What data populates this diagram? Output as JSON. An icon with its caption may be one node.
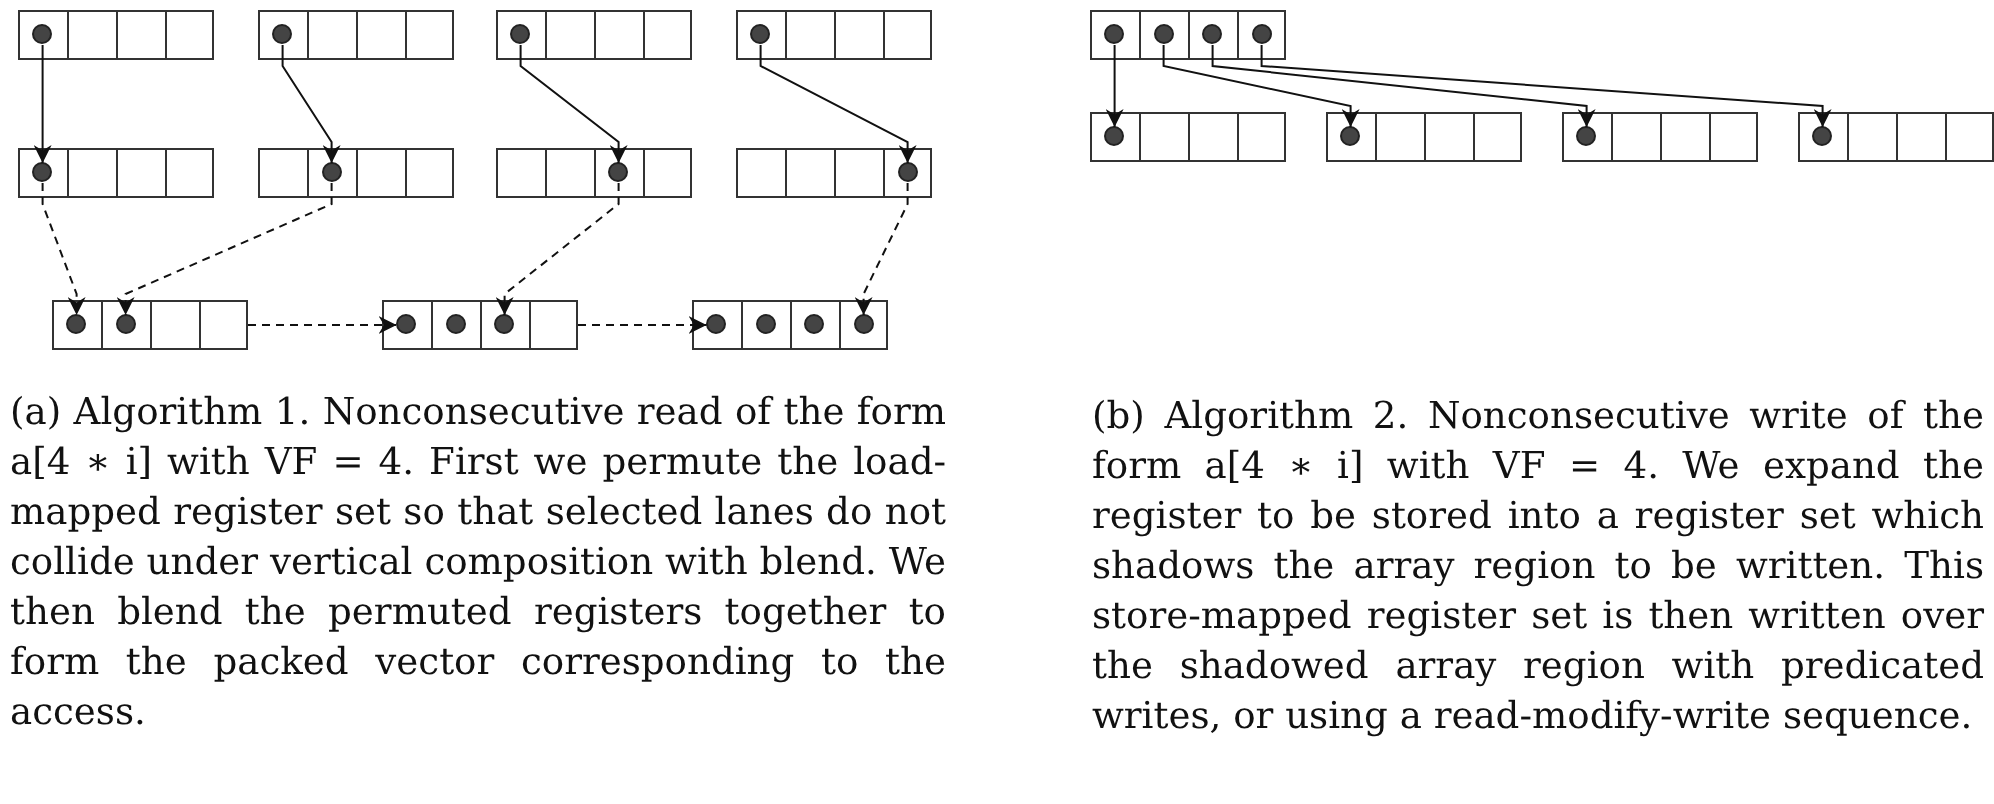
{
  "diagram": {
    "nodes": [
      {
        "text": [],
        "shape": "box"
      },
      {
        "text": [],
        "shape": "circle",
        "in": 0
      },
      {
        "text": [],
        "shape": "box"
      },
      {
        "text": [],
        "shape": "circle",
        "in": 2
      },
      {
        "text": [],
        "shape": "box"
      },
      {
        "text": [],
        "shape": "circle",
        "in": 4
      },
      {
        "text": [],
        "shape": "box"
      },
      {
        "text": [],
        "shape": "circle",
        "in": 6
      },
      {
        "text": [],
        "shape": "box"
      },
      {
        "text": [],
        "shape": "circle",
        "in": 8
      },
      {
        "text": [],
        "shape": "box"
      },
      {
        "text": [],
        "shape": "circle",
        "in": 10
      },
      {
        "text": [],
        "shape": "box"
      },
      {
        "text": [],
        "shape": "circle",
        "in": 12
      },
      {
        "text": [],
        "shape": "box"
      },
      {
        "text": [],
        "shape": "circle",
        "in": 14
      },
      {
        "text": [],
        "shape": "box"
      },
      {
        "text": [],
        "shape": "circle",
        "in": 16
      },
      {
        "text": [],
        "shape": "circle",
        "in": 16
      },
      {
        "text": [],
        "shape": "box"
      },
      {
        "text": [],
        "shape": "circle",
        "in": 19
      },
      {
        "text": [],
        "shape": "circle",
        "in": 19
      },
      {
        "text": [],
        "shape": "circle",
        "in": 19
      },
      {
        "text": [],
        "shape": "box"
      },
      {
        "text": [],
        "shape": "circle",
        "in": 23
      },
      {
        "text": [],
        "shape": "circle",
        "in": 23
      },
      {
        "text": [],
        "shape": "circle",
        "in": 23
      },
      {
        "text": [],
        "shape": "circle",
        "in": 23
      },
      {
        "text": [],
        "shape": "box"
      },
      {
        "text": [],
        "shape": "circle",
        "in": 28
      },
      {
        "text": [],
        "shape": "circle",
        "in": 28
      },
      {
        "text": [],
        "shape": "circle",
        "in": 28
      },
      {
        "text": [],
        "shape": "circle",
        "in": 28
      },
      {
        "text": [],
        "shape": "box"
      },
      {
        "text": [],
        "shape": "circle",
        "in": 33
      },
      {
        "text": [],
        "shape": "box"
      },
      {
        "text": [],
        "shape": "circle",
        "in": 35
      },
      {
        "text": [],
        "shape": "box"
      },
      {
        "text": [],
        "shape": "circle",
        "in": 37
      },
      {
        "text": [],
        "shape": "box"
      },
      {
        "text": [],
        "shape": "circle",
        "in": 39
      }
    ],
    "edges": [
      {
        "from": 1,
        "to": 9,
        "arrow": "to"
      },
      {
        "from": 3,
        "to": 11,
        "arrow": "to"
      },
      {
        "from": 5,
        "to": 13,
        "arrow": "to"
      },
      {
        "from": 7,
        "to": 15,
        "arrow": "to"
      },
      {
        "from": 9,
        "to": 17,
        "arrow": "to",
        "style": "dashed"
      },
      {
        "from": 11,
        "to": 18,
        "arrow": "to",
        "style": "dashed"
      },
      {
        "from": 13,
        "to": 22,
        "arrow": "to",
        "style": "dashed"
      },
      {
        "from": 15,
        "to": 27,
        "arrow": "to",
        "style": "dashed"
      },
      {
        "from": 16,
        "to": 20,
        "arrow": "to",
        "style": "dashed"
      },
      {
        "from": 19,
        "to": 24,
        "arrow": "to",
        "style": "dashed"
      },
      {
        "from": 29,
        "to": 34,
        "arrow": "to"
      },
      {
        "from": 30,
        "to": 36,
        "arrow": "to"
      },
      {
        "from": 31,
        "to": 38,
        "arrow": "to"
      },
      {
        "from": 32,
        "to": 40,
        "arrow": "to"
      }
    ],
    "labels": [
      "(a) Algorithm 1. Nonconsecutive read of the form a[4 ∗ i] with VF = 4. First we permute the load-mapped register set so that selected lanes do not collide under vertical composition with blend. We then blend the permuted registers together to form the packed vector corresponding to the access.",
      "(b) Algorithm 2. Nonconsecutive write of the form a[4 ∗ i] with VF = 4. We expand the register to be stored into a register set which shadows the array region to be written. This store-mapped register set is then written over the shadowed array region with predicated writes, or using a read-modify-write sequence."
    ]
  }
}
